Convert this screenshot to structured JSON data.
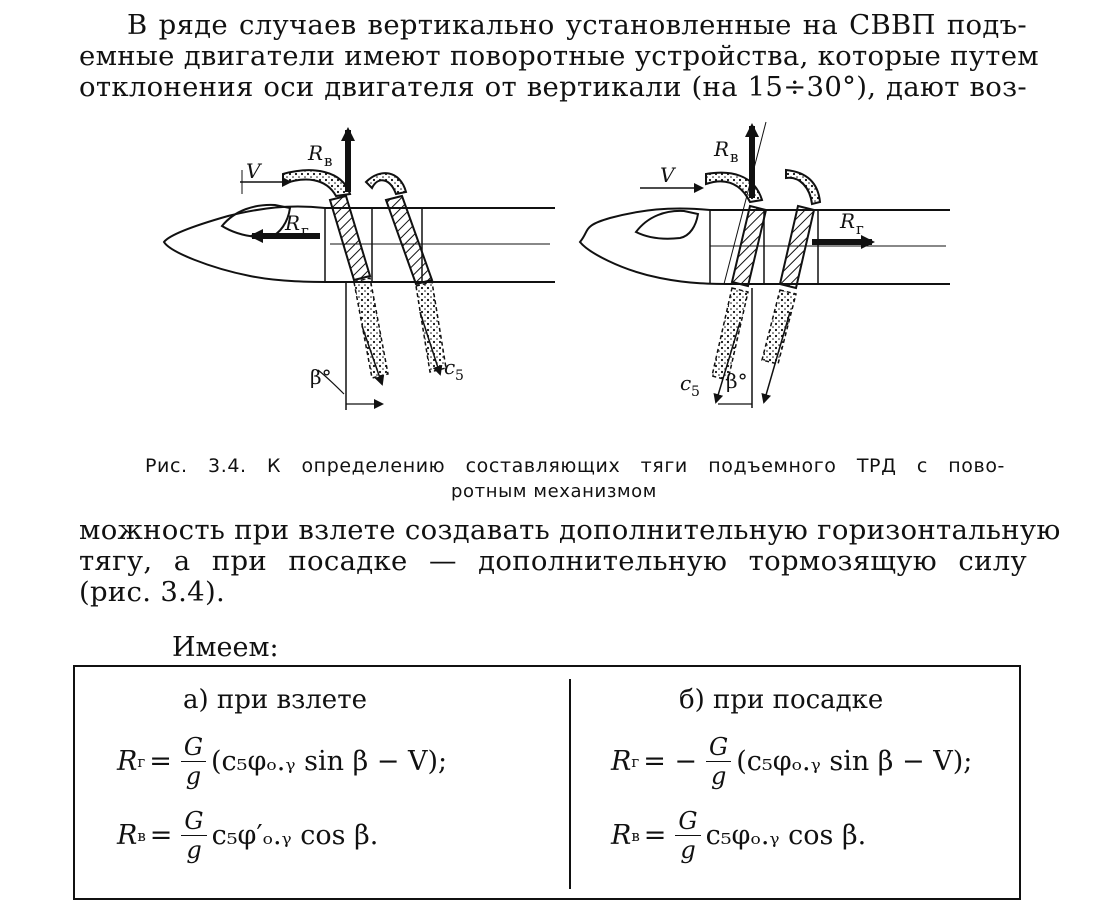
{
  "text_top": [
    "В ряде случаев вертикально установленные на СВВП подъ-",
    "емные двигатели имеют поворотные устройства, которые путем",
    "отклонения оси двигателя от вертикали (на 15÷30°), дают воз-"
  ],
  "figure": {
    "left": {
      "v": "V",
      "rv": "R",
      "rv_sub": "в",
      "rg": "R",
      "rg_sub": "г",
      "beta": "β°",
      "c5": "c",
      "c5_sub": "5"
    },
    "right": {
      "v": "V",
      "rv": "R",
      "rv_sub": "в",
      "rg": "R",
      "rg_sub": "г",
      "beta": "β°",
      "c5": "c",
      "c5_sub": "5"
    }
  },
  "caption": [
    "Рис. 3.4. К определению составляющих тяги подъемного ТРД с пово-",
    "ротным механизмом"
  ],
  "text_bottom": [
    "можность при взлете создавать дополнительную горизонтальную",
    "тягу, а при посадке — дополнительную тормозящую силу",
    "(рис. 3.4)."
  ],
  "lead": "Имеем:",
  "formulas": {
    "takeoff": {
      "heading": "а) при взлете",
      "eq1": {
        "lhs": "R",
        "lhs_sub": "г",
        "sign": "=",
        "num": "G",
        "den": "g",
        "rest": "(c₅φₒ.ᵧ sin β − V);"
      },
      "eq2": {
        "lhs": "R",
        "lhs_sub": "в",
        "sign": "=",
        "num": "G",
        "den": "g",
        "rest": "c₅φ′ₒ.ᵧ cos β."
      }
    },
    "landing": {
      "heading": "б) при посадке",
      "eq1": {
        "lhs": "R",
        "lhs_sub": "г",
        "sign": "= −",
        "num": "G",
        "den": "g",
        "rest": "(c₅φₒ.ᵧ sin β − V);"
      },
      "eq2": {
        "lhs": "R",
        "lhs_sub": "в",
        "sign": "=",
        "num": "G",
        "den": "g",
        "rest": "c₅φₒ.ᵧ cos β."
      }
    }
  }
}
